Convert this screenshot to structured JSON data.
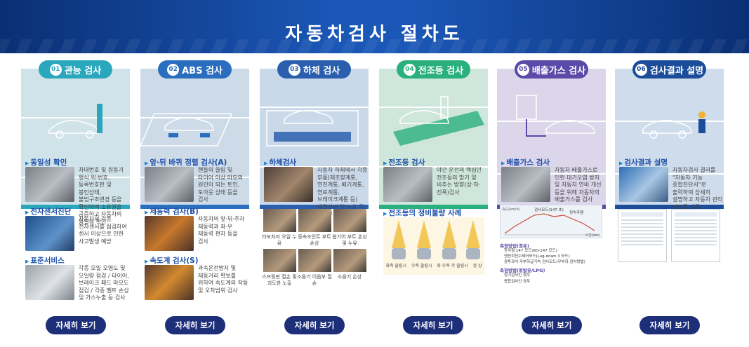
{
  "header": {
    "title": "자동차검사 절차도"
  },
  "colors": {
    "step1": "#2aa7bd",
    "step2": "#2a6fbf",
    "step3": "#2b5fad",
    "step4": "#2ab07e",
    "step5": "#5b4aa8",
    "step6": "#1c4d9a"
  },
  "steps": [
    {
      "num": "01",
      "title": "관능 검사",
      "sections": [
        {
          "title": "동일성 확인",
          "desc": "차대번호 및 원동기 형식 위·번호, 등록번호판 및 봉인상태, 불법구조변경 등을 확인하여 소유권을 공증하고 자동차의 동일성 확인"
        },
        {
          "title": "전자센서진단",
          "desc": "자동차의 각종 전자센서를 점검하여 센서 이상으로 인한 사고발생 예방"
        },
        {
          "title": "표준서비스",
          "desc": "각종 오일 오염도 및 오일량 점검 / 타이어, 브레이크 패드 마모도 점검 / 각종 벨트 손상 및 가스누출 등 검사"
        }
      ]
    },
    {
      "num": "02",
      "title": "ABS 검사",
      "sections": [
        {
          "title": "앞·뒤 바퀴 정렬 검사(A)",
          "desc": "핸들의 쏠림 및 타이어 이상 마모의 원인이 되는 토인, 토아웃 상태 등을 검사"
        },
        {
          "title": "제동력 검사(B)",
          "desc": "자동차의 앞·뒤·주차 제동력과 좌·우 제동력 편차 등을 검사"
        },
        {
          "title": "속도계 검사(S)",
          "desc": "과속운전방지 및 제동거리 확보를 위하여 속도계의 작동 및 오차범위 검사"
        }
      ]
    },
    {
      "num": "03",
      "title": "하체 검사",
      "sections": [
        {
          "title": "하체검사",
          "desc": "자동차 하체에서 각종 부품(제조향계통, 연진계통, 배기계통, 연료계통, 브레이크계통 등) 체결상태 및 누유 등 이상유무를 관능으로 검사"
        }
      ],
      "captions": [
        "타보차저 오일 누유",
        "등속조인트 부트 손상",
        "웜기어 부트 손상 및 누유",
        "스프링판 절손 및 괴도한 노출",
        "소음기 이음부 절손",
        "소음기 손상"
      ]
    },
    {
      "num": "04",
      "title": "전조등 검사",
      "sections": [
        {
          "title": "전조등 검사",
          "desc": "야간 운전의 핵심인 전조등의 밝기 및 비추는 방향(상·하·진폭)검사"
        },
        {
          "title": "전조등의 정비불량 사례",
          "desc": ""
        }
      ],
      "beam_labels": [
        "좌측 쏠림시",
        "우측 쏠림시",
        "좌·우측 각 쏠림시",
        "정 상"
      ]
    },
    {
      "num": "05",
      "title": "배출가스 검사",
      "sections": [
        {
          "title": "배출가스 검사",
          "desc": "자동차 배출가스로 인한 대기오염 방지 및 자동차 연비 개선 등을 위해 자동차의 배출가스를 검사"
        }
      ],
      "chart_labels": {
        "ylabel": "속도(km/h)",
        "xlabel": "시간(sec)",
        "peaks": [
          "검사모드(147 초)",
          "정속주행"
        ]
      },
      "method_title": "측정방법(경유)",
      "method_items": [
        "한국형 147 모드(KD-147 모드)",
        "엔진회전수제어모드(Lug-down 3 모드)",
        "광투과식 무부하급가속 검사모드(무부하 검사방법)"
      ],
      "method2_title": "측정방법(휘발유/LPG)",
      "method2_items": [
        "정기검사인 경우",
        "종합검사인 경우"
      ]
    },
    {
      "num": "06",
      "title": "검사결과 설명",
      "sections": [
        {
          "title": "검사결과 설명",
          "desc": "자동차검사 결과를 \"자동차 기능 종합진단서\"로 출력하여 상세히 설명하고 자동차 관리 정보를 제공"
        }
      ]
    }
  ],
  "button_label": "자세히 보기"
}
